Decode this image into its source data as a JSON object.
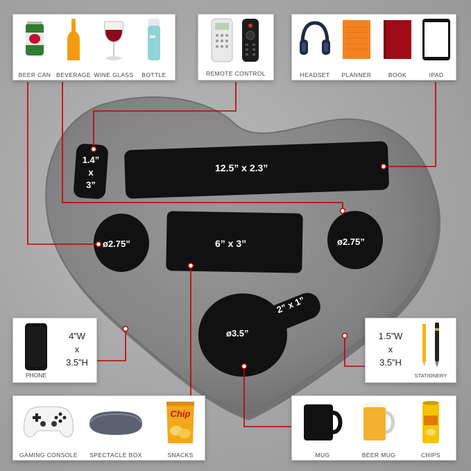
{
  "top_left_panel": {
    "items": [
      {
        "label": "BEER CAN",
        "icon": "beer-can-icon"
      },
      {
        "label": "BEVERAGE",
        "icon": "beverage-bottle-icon"
      },
      {
        "label": "WINE GLASS",
        "icon": "wine-glass-icon"
      },
      {
        "label": "BOTTLE",
        "icon": "water-bottle-icon"
      }
    ]
  },
  "top_center_panel": {
    "label": "REMOTE CONTROL"
  },
  "top_right_panel": {
    "items": [
      {
        "label": "HEADSET",
        "icon": "headset-icon"
      },
      {
        "label": "PLANNER",
        "icon": "planner-icon"
      },
      {
        "label": "BOOK",
        "icon": "book-icon"
      },
      {
        "label": "IPAD",
        "icon": "ipad-icon"
      }
    ]
  },
  "mid_left_panel": {
    "label": "PHONE",
    "width": "4”W",
    "x": "x",
    "height": "3.5”H"
  },
  "mid_right_panel": {
    "label": "STATIONERY",
    "width": "1.5”W",
    "x": "x",
    "height": "3.5”H"
  },
  "bottom_left_panel": {
    "items": [
      {
        "label": "GAMING CONSOLE",
        "icon": "gamepad-icon"
      },
      {
        "label": "SPECTACLE BOX",
        "icon": "glasses-case-icon"
      },
      {
        "label": "SNACKS",
        "icon": "chips-bag-icon",
        "brand": "Chip"
      }
    ]
  },
  "bottom_right_panel": {
    "items": [
      {
        "label": "MUG",
        "icon": "mug-icon"
      },
      {
        "label": "BEER MUG",
        "icon": "beer-mug-icon"
      },
      {
        "label": "CHIPS",
        "icon": "chips-tube-icon"
      }
    ]
  },
  "tray": {
    "slot_small_w": "1.4”",
    "slot_small_x": "x",
    "slot_small_h": "3”",
    "slot_long": "12.5” x 2.3”",
    "slot_rect": "6” x 3”",
    "cup_left": "ø2.75”",
    "cup_right": "ø2.75”",
    "cup_big": "ø3.5”",
    "handle": "2” x 1”"
  },
  "colors": {
    "accent_line": "#c00000",
    "tray_gray": "#8a8a8a",
    "cutout_black": "#111111"
  }
}
